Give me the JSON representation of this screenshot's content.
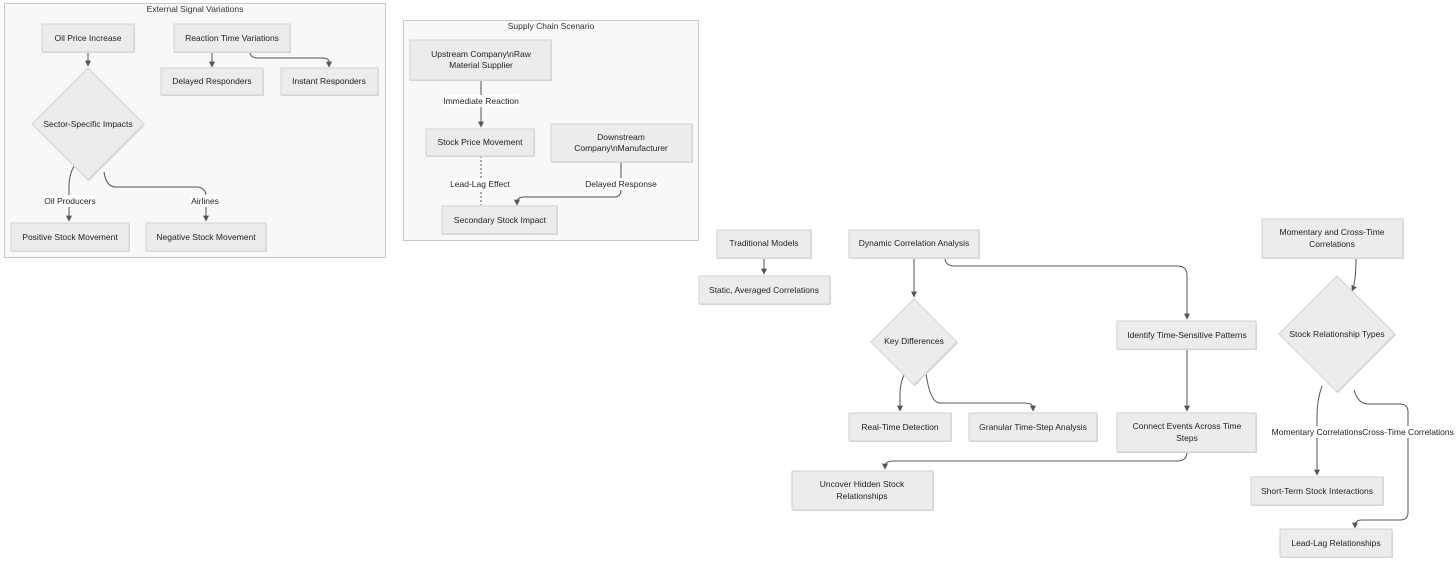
{
  "clusters": {
    "external": {
      "title": "External Signal Variations"
    },
    "supply": {
      "title": "Supply Chain Scenario"
    }
  },
  "nodes": {
    "oil_price_increase": [
      "Oil Price Increase"
    ],
    "reaction_time_variations": [
      "Reaction Time Variations"
    ],
    "delayed_responders": [
      "Delayed Responders"
    ],
    "instant_responders": [
      "Instant Responders"
    ],
    "sector_specific_impacts": [
      "Sector-Specific Impacts"
    ],
    "positive_stock_movement": [
      "Positive Stock Movement"
    ],
    "negative_stock_movement": [
      "Negative Stock Movement"
    ],
    "upstream_company": [
      "Upstream Company\\nRaw",
      "Material Supplier"
    ],
    "stock_price_movement": [
      "Stock Price Movement"
    ],
    "downstream_company": [
      "Downstream",
      "Company\\nManufacturer"
    ],
    "secondary_stock_impact": [
      "Secondary Stock Impact"
    ],
    "traditional_models": [
      "Traditional Models"
    ],
    "static_correlations": [
      "Static, Averaged Correlations"
    ],
    "dynamic_correlation_analysis": [
      "Dynamic Correlation Analysis"
    ],
    "key_differences": [
      "Key Differences"
    ],
    "identify_patterns": [
      "Identify Time-Sensitive Patterns"
    ],
    "real_time_detection": [
      "Real-Time Detection"
    ],
    "granular_analysis": [
      "Granular Time-Step Analysis"
    ],
    "connect_events": [
      "Connect Events Across Time",
      "Steps"
    ],
    "uncover_relationships": [
      "Uncover Hidden Stock",
      "Relationships"
    ],
    "momentary_cross_time": [
      "Momentary and Cross-Time",
      "Correlations"
    ],
    "stock_relationship_types": [
      "Stock Relationship Types"
    ],
    "short_term_interactions": [
      "Short-Term Stock Interactions"
    ],
    "lead_lag_relationships": [
      "Lead-Lag Relationships"
    ]
  },
  "edge_labels": {
    "oil_producers": "Oil Producers",
    "airlines": "Airlines",
    "immediate_reaction": "Immediate Reaction",
    "lead_lag_effect": "Lead-Lag Effect",
    "delayed_response": "Delayed Response",
    "momentary_correlations": "Momentary Correlations",
    "cross_time_correlations": "Cross-Time Correlations"
  },
  "colors": {
    "node_fill": "#ececec",
    "node_border": "#d2d2d2",
    "cluster_fill": "#f8f8f8",
    "cluster_border": "#c8c8c8",
    "edge": "#555555"
  }
}
